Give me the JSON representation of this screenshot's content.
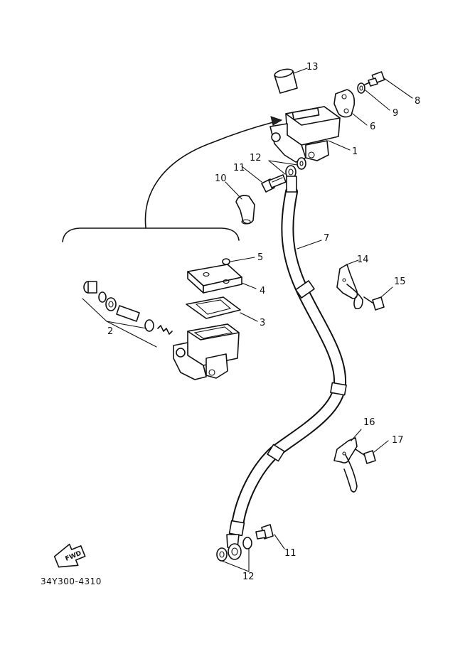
{
  "diagram_code": "34Y300-4310",
  "fwd_label": "FWD",
  "callouts": {
    "c1": "1",
    "c2": "2",
    "c3": "3",
    "c4": "4",
    "c5": "5",
    "c6": "6",
    "c7": "7",
    "c8": "8",
    "c9": "9",
    "c10": "10",
    "c11a": "11",
    "c11b": "11",
    "c12a": "12",
    "c12b": "12",
    "c13": "13",
    "c14": "14",
    "c15": "15",
    "c16": "16",
    "c17": "17"
  }
}
